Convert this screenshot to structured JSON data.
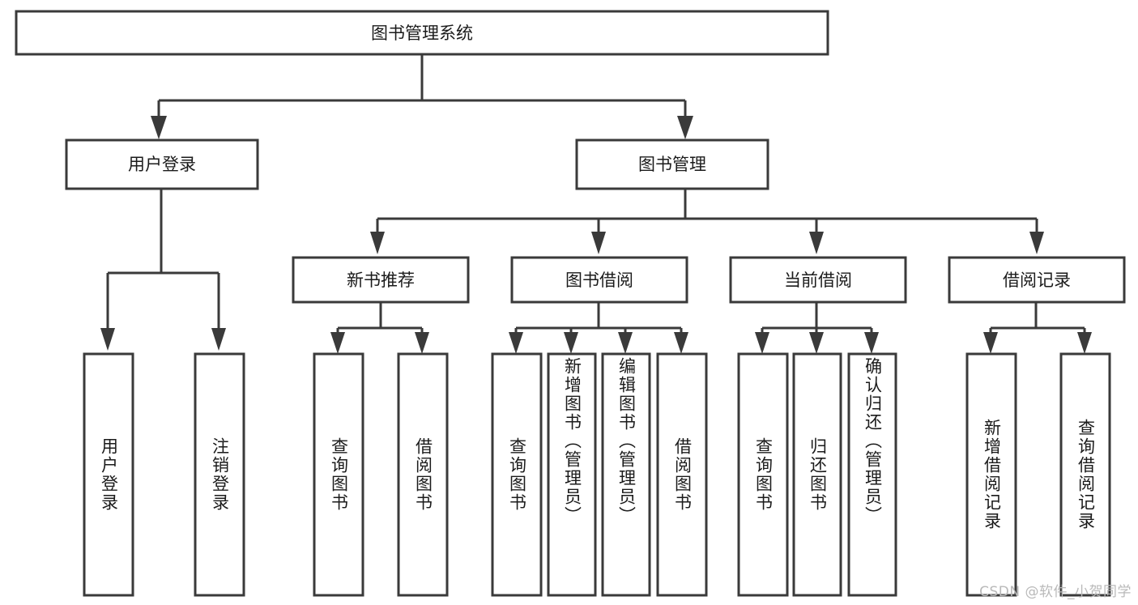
{
  "diagram": {
    "type": "tree-hierarchy-chart",
    "title": "图书管理系统",
    "orientation": "top-down",
    "colors": {
      "box_stroke": "#3a3a3a",
      "box_fill": "#ffffff",
      "connector": "#3a3a3a",
      "text": "#1b1b1b",
      "background": "#ffffff",
      "watermark": "#b9b9b9"
    },
    "levels": [
      {
        "level": 1,
        "nodes": [
          {
            "id": "root",
            "label": "图书管理系统",
            "orientation": "horizontal"
          }
        ]
      },
      {
        "level": 2,
        "nodes": [
          {
            "id": "user-login",
            "label": "用户登录",
            "orientation": "horizontal",
            "parent": "root"
          },
          {
            "id": "book-manage",
            "label": "图书管理",
            "orientation": "horizontal",
            "parent": "root"
          }
        ]
      },
      {
        "level": 3,
        "nodes": [
          {
            "id": "new-book-rec",
            "label": "新书推荐",
            "orientation": "horizontal",
            "parent": "book-manage"
          },
          {
            "id": "book-borrow",
            "label": "图书借阅",
            "orientation": "horizontal",
            "parent": "book-manage"
          },
          {
            "id": "current-borrow",
            "label": "当前借阅",
            "orientation": "horizontal",
            "parent": "book-manage"
          },
          {
            "id": "borrow-record",
            "label": "借阅记录",
            "orientation": "horizontal",
            "parent": "book-manage"
          }
        ]
      },
      {
        "level": 4,
        "nodes": [
          {
            "id": "leaf-user-login",
            "label": "用户登录",
            "orientation": "vertical",
            "parent": "user-login"
          },
          {
            "id": "leaf-logout",
            "label": "注销登录",
            "orientation": "vertical",
            "parent": "user-login"
          },
          {
            "id": "leaf-query-book-1",
            "label": "查询图书",
            "orientation": "vertical",
            "parent": "new-book-rec"
          },
          {
            "id": "leaf-borrow-book-1",
            "label": "借阅图书",
            "orientation": "vertical",
            "parent": "new-book-rec"
          },
          {
            "id": "leaf-query-book-2",
            "label": "查询图书",
            "orientation": "vertical",
            "parent": "book-borrow"
          },
          {
            "id": "leaf-add-book",
            "label": "新增图书（管理员）",
            "orientation": "vertical",
            "parent": "book-borrow"
          },
          {
            "id": "leaf-edit-book",
            "label": "编辑图书（管理员）",
            "orientation": "vertical",
            "parent": "book-borrow"
          },
          {
            "id": "leaf-borrow-book-2",
            "label": "借阅图书",
            "orientation": "vertical",
            "parent": "book-borrow"
          },
          {
            "id": "leaf-query-book-3",
            "label": "查询图书",
            "orientation": "vertical",
            "parent": "current-borrow"
          },
          {
            "id": "leaf-return-book",
            "label": "归还图书",
            "orientation": "vertical",
            "parent": "current-borrow"
          },
          {
            "id": "leaf-confirm-return",
            "label": "确认归还（管理员）",
            "orientation": "vertical",
            "parent": "current-borrow"
          },
          {
            "id": "leaf-add-record",
            "label": "新增借阅记录",
            "orientation": "vertical",
            "parent": "borrow-record"
          },
          {
            "id": "leaf-query-record",
            "label": "查询借阅记录",
            "orientation": "vertical",
            "parent": "borrow-record"
          }
        ]
      }
    ],
    "watermark": "CSDN @软件_小贺同学"
  }
}
